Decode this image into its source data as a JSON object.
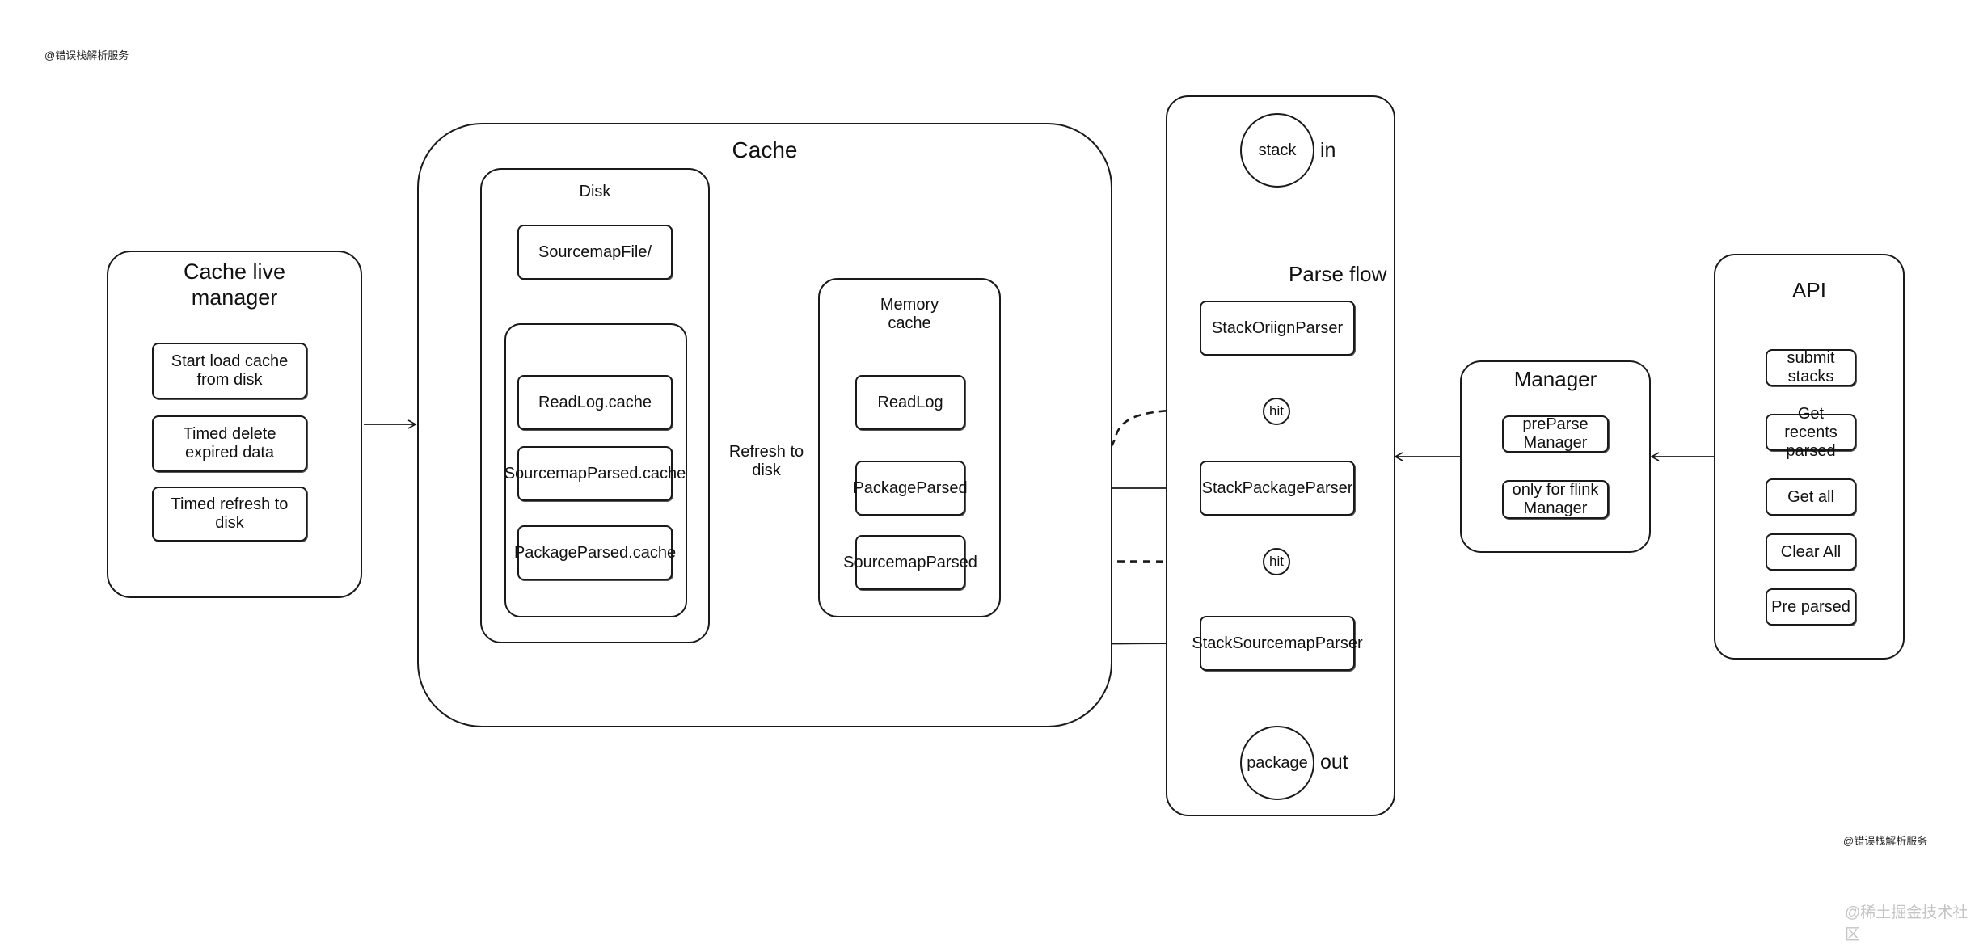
{
  "watermarks": {
    "top_left": "@错误栈解析服务",
    "bottom_right": "@错误栈解析服务",
    "footer": "@稀土掘金技术社区"
  },
  "cache_live_manager": {
    "title": "Cache live manager",
    "items": [
      "Start load cache from disk",
      "Timed delete expired data",
      "Timed refresh to disk"
    ]
  },
  "cache": {
    "title": "Cache",
    "disk": {
      "title": "Disk",
      "sourcemap_file": "SourcemapFile/",
      "files": [
        "ReadLog.cache",
        "SourcemapParsed.cache",
        "PackageParsed.cache"
      ]
    },
    "refresh_label": "Refresh to disk",
    "memory": {
      "title": "Memory cache",
      "items": [
        "ReadLog",
        "PackageParsed",
        "SourcemapParsed"
      ]
    }
  },
  "parse_flow": {
    "title": "Parse flow",
    "start": {
      "label": "stack",
      "suffix": "in"
    },
    "parsers": [
      "StackOriignParser",
      "StackPackageParser",
      "StackSourcemapParser"
    ],
    "hit_label": "hit",
    "end": {
      "label": "package",
      "suffix": "out"
    }
  },
  "manager": {
    "title": "Manager",
    "items": [
      "preParse Manager",
      "only for flink Manager"
    ]
  },
  "api": {
    "title": "API",
    "items": [
      "submit stacks",
      "Get recents parsed",
      "Get all",
      "Clear All",
      "Pre parsed"
    ]
  }
}
